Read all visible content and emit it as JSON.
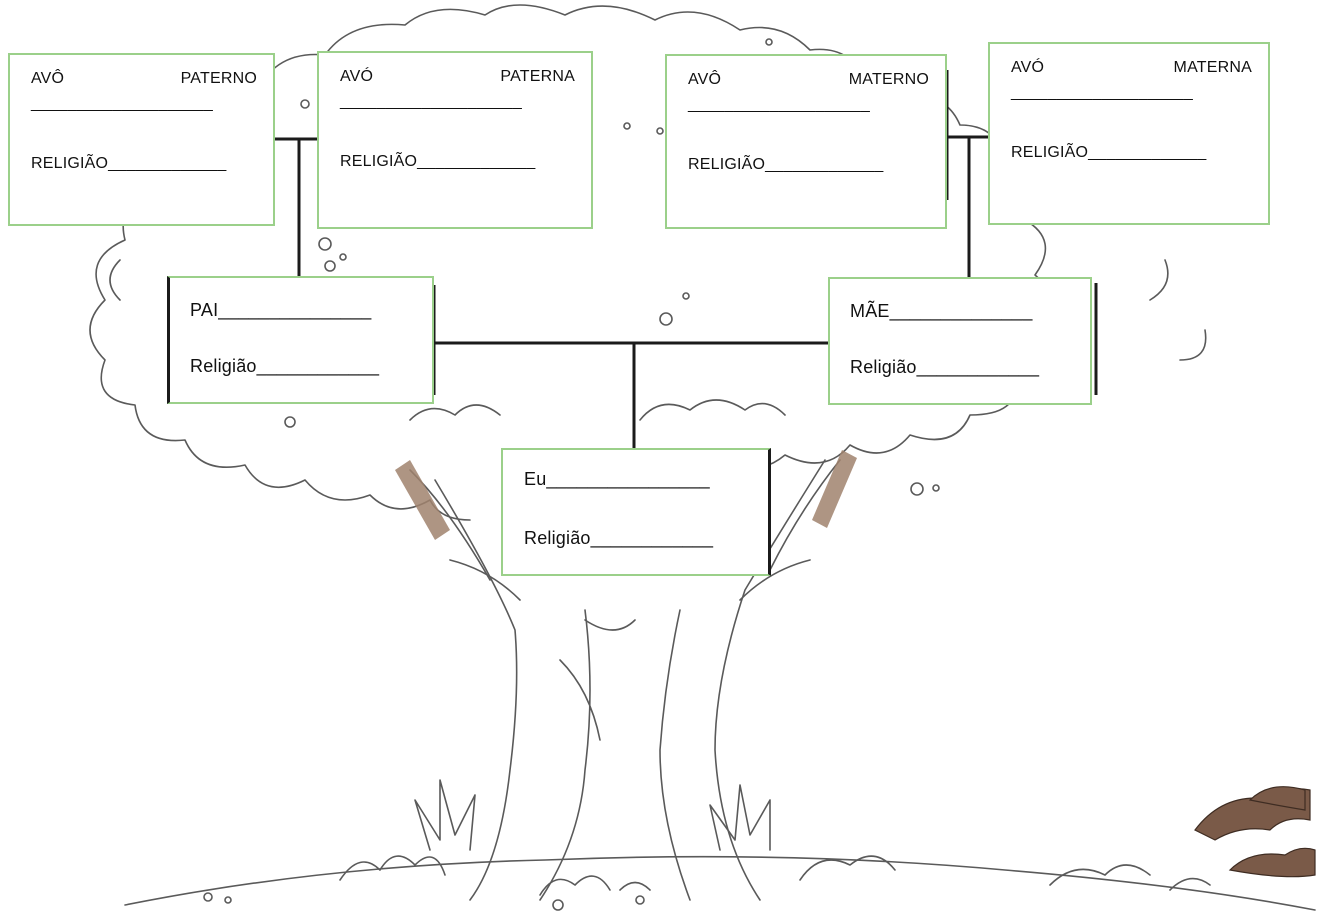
{
  "grandparents": {
    "paternal_grandfather": {
      "word1": "AVÔ",
      "word2": "PATERNO",
      "blank": "____________________",
      "religion": "RELIGIÃO_____________"
    },
    "paternal_grandmother": {
      "word1": "AVÓ",
      "word2": "PATERNA",
      "blank": "____________________",
      "religion": "RELIGIÃO_____________"
    },
    "maternal_grandfather": {
      "word1": "AVÔ",
      "word2": "MATERNO",
      "blank": "____________________",
      "religion": "RELIGIÃO_____________"
    },
    "maternal_grandmother": {
      "word1": "AVÓ",
      "word2": "MATERNA",
      "blank": "____________________",
      "religion": "RELIGIÃO_____________"
    }
  },
  "parents": {
    "father": {
      "name": "PAI_______________",
      "religion": "Religião____________"
    },
    "mother": {
      "name": "MÃE______________",
      "religion": "Religião____________"
    }
  },
  "self": {
    "name": "Eu________________",
    "religion": "Religião____________"
  },
  "colors": {
    "box_border": "#9bd08a",
    "line": "#1b1b1b",
    "trunk_shadow": "#a0826d",
    "bush": "#7a5a48"
  }
}
